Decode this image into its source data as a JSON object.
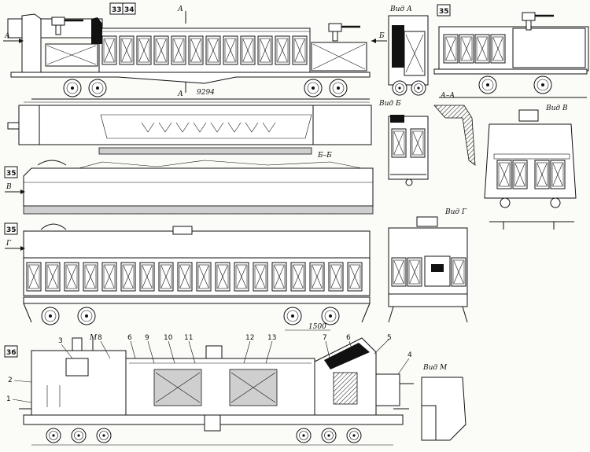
{
  "figure_numbers": {
    "fig33": "33",
    "fig34": "34",
    "fig35a": "35",
    "fig35b": "35",
    "fig35c": "35",
    "fig36": "36"
  },
  "view_labels": {
    "vid_a": "Вид А",
    "vid_b": "Вид Б",
    "vid_v": "Вид В",
    "vid_g": "Вид Г",
    "vid_m": "Вид М",
    "section_aa": "А–А",
    "section_bb": "Б–Б"
  },
  "arrow_letters": {
    "a_left": "А",
    "b_right": "Б",
    "a_top": "А",
    "a_bottom": "А",
    "v_left": "В",
    "g_left": "Г",
    "m_top": "М"
  },
  "dimensions": {
    "length_main": "9294",
    "wheelbase": "1500"
  },
  "callouts": [
    "1",
    "2",
    "3",
    "4",
    "5",
    "6",
    "7",
    "8",
    "9",
    "10",
    "11",
    "12",
    "13",
    "6"
  ]
}
